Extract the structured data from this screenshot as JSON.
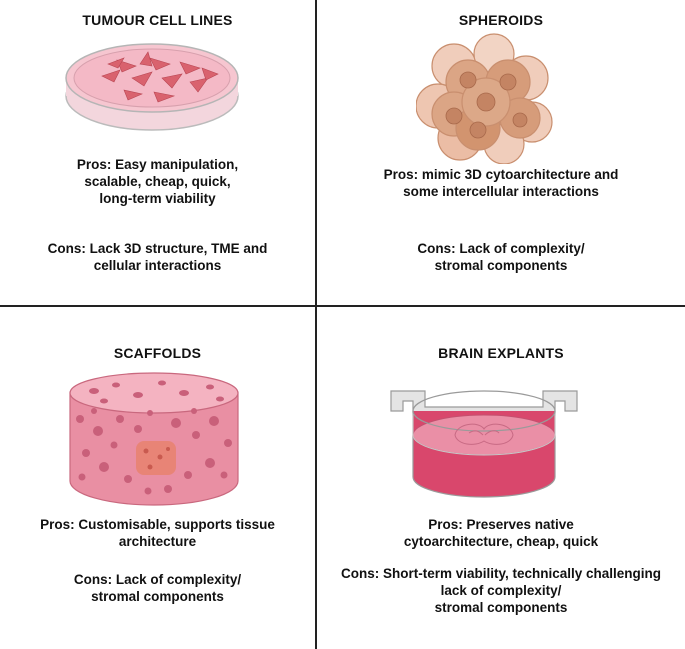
{
  "panels": [
    {
      "title": "TUMOUR CELL LINES",
      "illustration": "petri-dish-with-cells",
      "pros": [
        "Pros: Easy manipulation,",
        "scalable, cheap, quick,",
        "long-term viability"
      ],
      "cons": [
        "Cons: Lack 3D structure, TME and",
        "cellular interactions"
      ]
    },
    {
      "title": "SPHEROIDS",
      "illustration": "cell-spheroid-cluster",
      "pros": [
        "Pros: mimic 3D cytoarchitecture and",
        "some intercellular interactions"
      ],
      "cons": [
        "Cons: Lack of complexity/",
        "stromal components"
      ]
    },
    {
      "title": "SCAFFOLDS",
      "illustration": "porous-scaffold-cylinder",
      "pros": [
        "Pros: Customisable, supports tissue",
        "architecture"
      ],
      "cons": [
        "Cons: Lack of complexity/",
        "stromal components"
      ]
    },
    {
      "title": "BRAIN EXPLANTS",
      "illustration": "culture-insert-with-brain-slice",
      "pros": [
        "Pros: Preserves native",
        "cytoarchitecture, cheap, quick"
      ],
      "cons": [
        "Cons: Short-term viability, technically challenging",
        "lack of complexity/",
        "stromal components"
      ]
    }
  ],
  "colors": {
    "divider": "#222222",
    "dish_liquid": "#f6c6d0",
    "cell": "#d9626e",
    "spheroid_cell": "#dba585",
    "scaffold": "#e98fa3",
    "explant_medium": "#d9476c"
  }
}
